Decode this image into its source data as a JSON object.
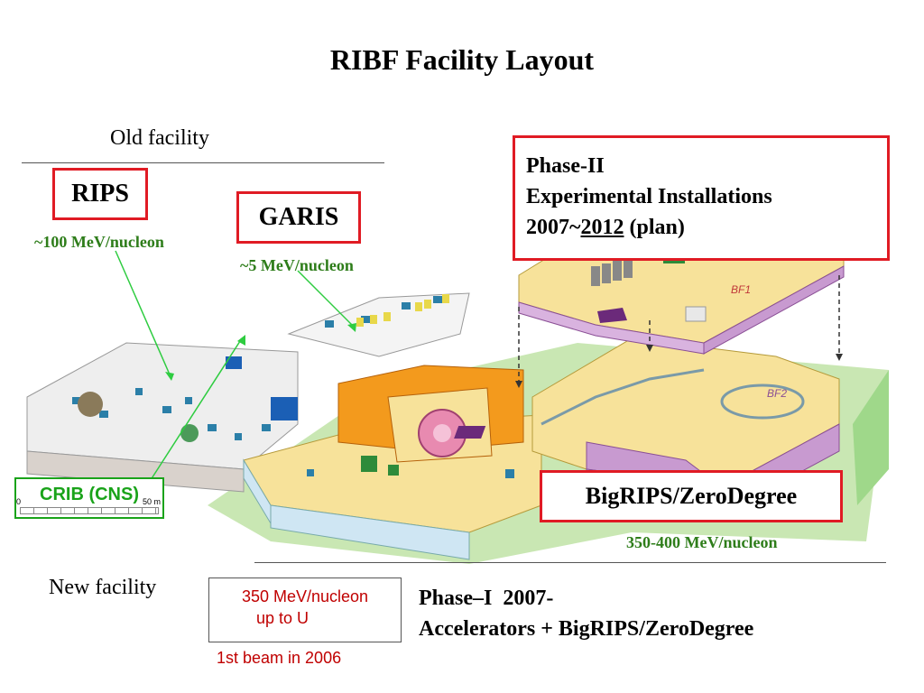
{
  "title": "RIBF Facility Layout",
  "old_facility": {
    "heading": "Old facility",
    "rips": {
      "label": "RIPS",
      "energy": "~100 MeV/nucleon"
    },
    "garis": {
      "label": "GARIS",
      "energy": "~5 MeV/nucleon"
    },
    "crib": {
      "label": "CRIB (CNS)",
      "scale_start": "0",
      "scale_end": "50 m"
    }
  },
  "phase2": {
    "line1": "Phase-II",
    "line2": "Experimental Installations",
    "line3_prefix": "2007~",
    "line3_year": "2012",
    "line3_suffix": " (plan)"
  },
  "bigrips": {
    "label": "BigRIPS/ZeroDegree",
    "energy": "350-400 MeV/nucleon"
  },
  "building_labels": {
    "bf1": "BF1",
    "bf2": "BF2"
  },
  "new_facility": {
    "heading": "New facility",
    "beam_line1": "350 MeV/nucleon",
    "beam_line2": "up to U",
    "first_beam": "1st beam in 2006",
    "phase1_line1": "Phase–I  2007-",
    "phase1_line2": "Accelerators + BigRIPS/ZeroDegree"
  },
  "colors": {
    "frame_red": "#e01b24",
    "label_green": "#2e7d1a",
    "crib_green": "#1aa31a",
    "beam_red": "#c00000",
    "ground_green": "#c9e7b3",
    "building_orange": "#f39a1d",
    "hall_yellow": "#f7e29a",
    "hall_purple": "#c89ad0"
  }
}
